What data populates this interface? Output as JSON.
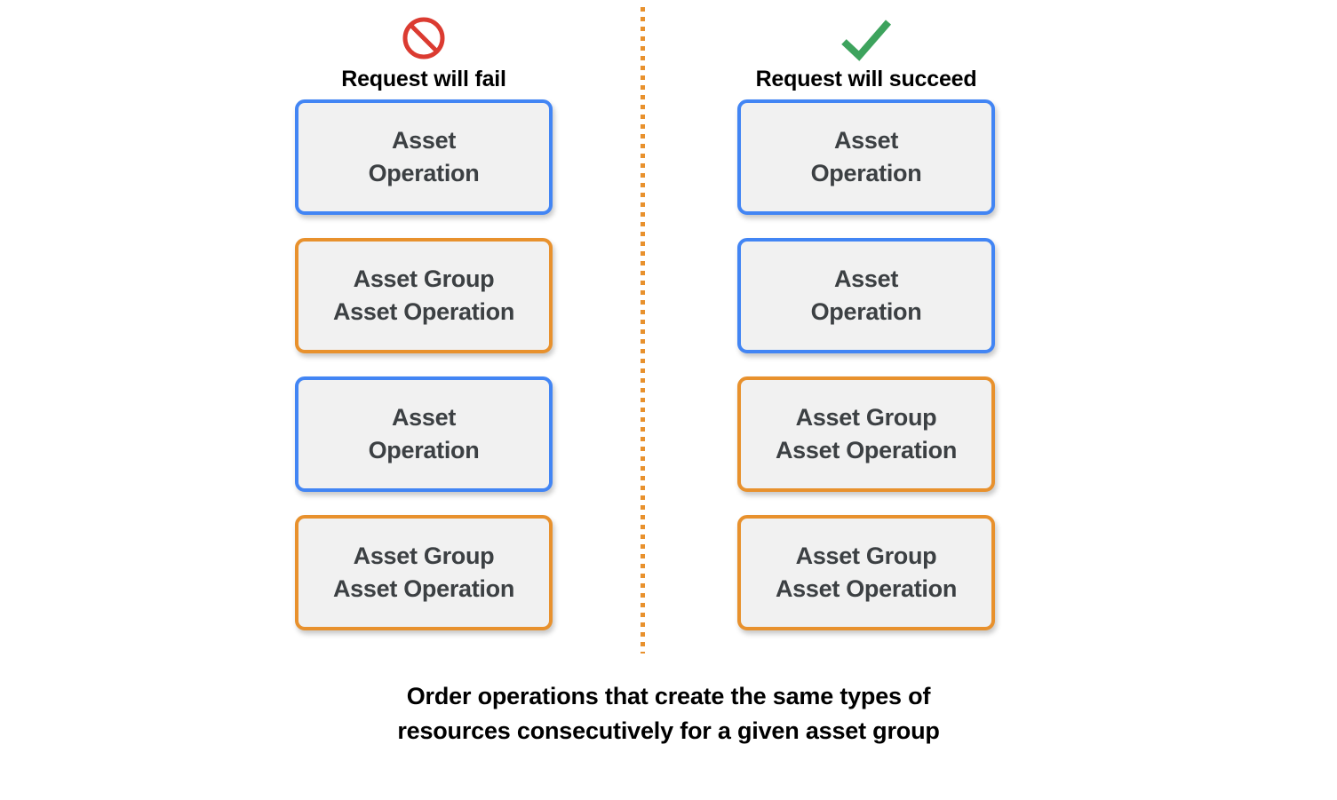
{
  "colors": {
    "blue_border": "#4285F4",
    "orange_border": "#E8912D",
    "card_fill": "#f1f1f1",
    "card_text": "#3C4043",
    "fail_icon": "#DB3B31",
    "succeed_icon": "#3DA35D",
    "divider": "#E8912D",
    "background": "#ffffff"
  },
  "columns": [
    {
      "id": "fail",
      "icon": "prohibition-icon",
      "heading": "Request will fail",
      "cards": [
        {
          "label": "Asset\nOperation",
          "variant": "blue"
        },
        {
          "label": "Asset Group\nAsset Operation",
          "variant": "orange"
        },
        {
          "label": "Asset\nOperation",
          "variant": "blue"
        },
        {
          "label": "Asset Group\nAsset Operation",
          "variant": "orange"
        }
      ]
    },
    {
      "id": "succeed",
      "icon": "checkmark-icon",
      "heading": "Request will succeed",
      "cards": [
        {
          "label": "Asset\nOperation",
          "variant": "blue"
        },
        {
          "label": "Asset\nOperation",
          "variant": "blue"
        },
        {
          "label": "Asset Group\nAsset Operation",
          "variant": "orange"
        },
        {
          "label": "Asset Group\nAsset Operation",
          "variant": "orange"
        }
      ]
    }
  ],
  "caption": "Order operations that create the same types of\nresources consecutively for a given asset group"
}
